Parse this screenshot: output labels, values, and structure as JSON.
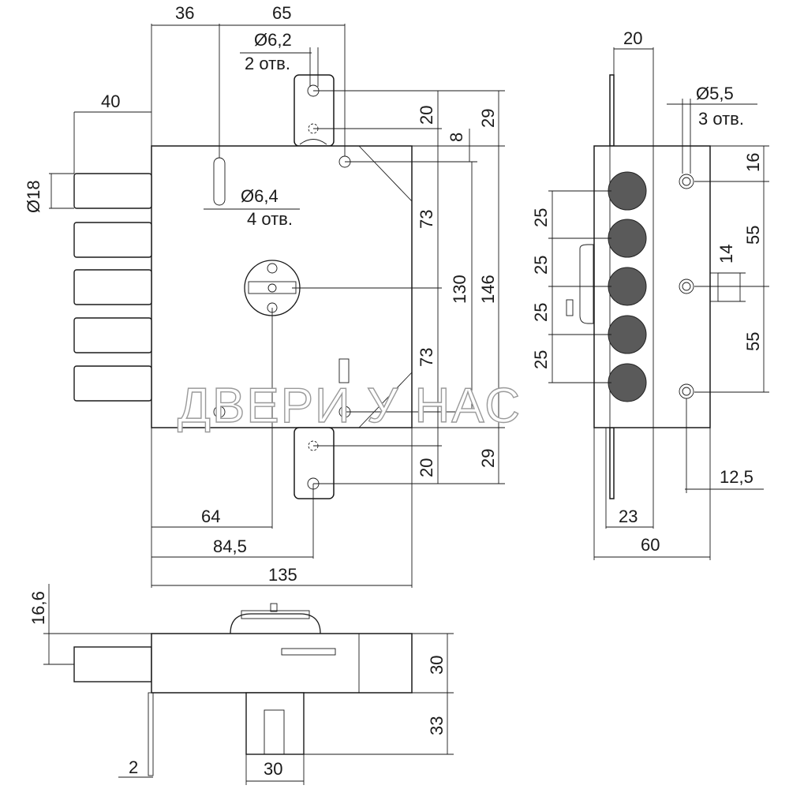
{
  "watermark": "ДВЕРИ У НАС",
  "front_view": {
    "dim_36": "36",
    "dim_65": "65",
    "dim_40": "40",
    "hole_62_diameter": "Ø6,2",
    "hole_62_count": "2 отв.",
    "bolt_diameter": "Ø18",
    "hole_64_diameter": "Ø6,4",
    "hole_64_count": "4 отв.",
    "dim_20_top": "20",
    "dim_29_top": "29",
    "dim_8": "8",
    "dim_73_top": "73",
    "dim_130": "130",
    "dim_146": "146",
    "dim_73_bottom": "73",
    "dim_29_bottom": "29",
    "dim_20_bottom": "20",
    "dim_64": "64",
    "dim_84_5": "84,5",
    "dim_135": "135"
  },
  "side_view": {
    "dim_20": "20",
    "hole_diameter": "Ø5,5",
    "hole_count": "3 отв.",
    "dim_16": "16",
    "bolt_pitch_1": "25",
    "bolt_pitch_2": "25",
    "bolt_pitch_3": "25",
    "bolt_pitch_4": "25",
    "dim_55_top": "55",
    "dim_14": "14",
    "dim_55_bottom": "55",
    "dim_12_5": "12,5",
    "dim_23": "23",
    "dim_60": "60"
  },
  "bottom_view": {
    "dim_16_6": "16,6",
    "dim_30_height": "30",
    "dim_33": "33",
    "dim_2": "2",
    "dim_30_width": "30"
  }
}
